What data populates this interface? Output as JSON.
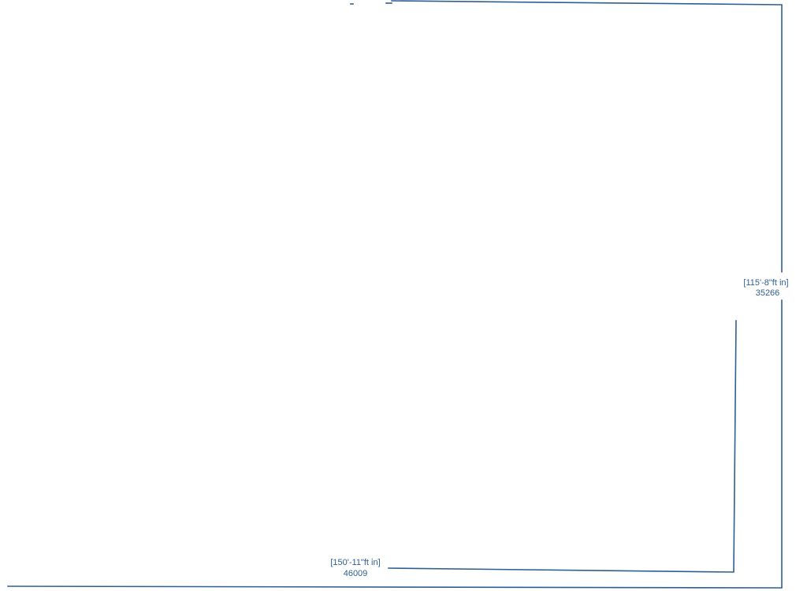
{
  "colors": {
    "line": "#2f5f91",
    "text": "#2f5f91",
    "background": "#ffffff"
  },
  "dimensions": {
    "vertical": {
      "imperial": "[115'-8\"ft in]",
      "metric": "35266"
    },
    "horizontal": {
      "imperial": "[150'-11\"ft in]",
      "metric": "46009"
    }
  }
}
